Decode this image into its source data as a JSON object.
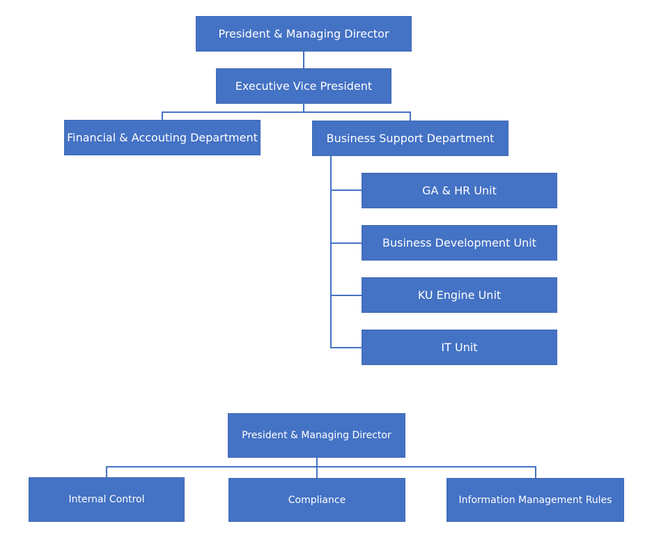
{
  "colors": {
    "box_fill": "#4472c4",
    "box_text": "#ffffff",
    "connector": "#4472c4",
    "background": "#ffffff"
  },
  "org_chart_main": {
    "top": "President & Managing Director",
    "executive": "Executive Vice President",
    "departments": {
      "financial": "Financial & Accouting Department",
      "business_support": "Business Support Department"
    },
    "units": [
      "GA & HR Unit",
      "Business Development Unit",
      "KU Engine Unit",
      "IT Unit"
    ]
  },
  "org_chart_secondary": {
    "top": "President & Managing Director",
    "children": [
      "Internal Control",
      "Compliance",
      "Information Management Rules"
    ]
  }
}
